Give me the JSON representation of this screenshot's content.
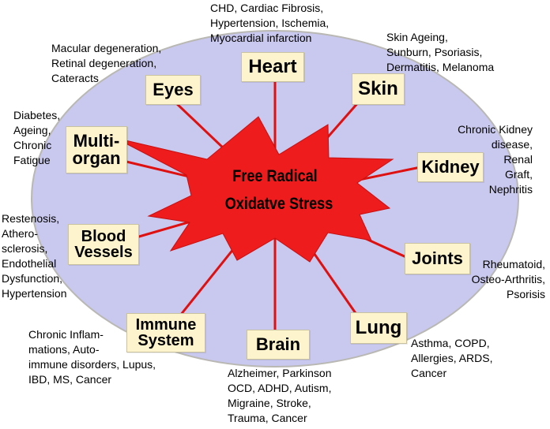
{
  "colors": {
    "ellipse_fill": "#c9c8ee",
    "ellipse_stroke": "#b9b8b3",
    "line_color": "#de1010",
    "star_fill": "#ee1c1c",
    "box_fill": "#fdf3cc"
  },
  "center": {
    "line1": "Free Radical",
    "line2": "Oxidatve Stress"
  },
  "organs": {
    "heart": {
      "label": "Heart",
      "diseases": "CHD, Cardiac Fibrosis,\nHypertension, Ischemia,\nMyocardial infarction"
    },
    "eyes": {
      "label": "Eyes",
      "diseases": "Macular degeneration,\nRetinal degeneration,\nCateracts"
    },
    "skin": {
      "label": "Skin",
      "diseases": "Skin Ageing,\nSunburn, Psoriasis,\nDermatitis, Melanoma"
    },
    "multi": {
      "label": "Multi-\norgan",
      "diseases": "Diabetes,\nAgeing,\nChronic\nFatigue"
    },
    "kidney": {
      "label": "Kidney",
      "diseases": "Chronic Kidney\ndisease,\nRenal\nGraft,\nNephritis"
    },
    "blood": {
      "label": "Blood\nVessels",
      "diseases": "Restenosis,\nAthero-\nsclerosis,\nEndothelial\nDysfunction,\nHypertension"
    },
    "joints": {
      "label": "Joints",
      "diseases": "Rheumatoid,\nOsteo-Arthritis,\nPsorisis"
    },
    "immune": {
      "label": "Immune\nSystem",
      "diseases": "Chronic Inflam-\nmations, Auto-\nimmune disorders, Lupus,\nIBD, MS, Cancer"
    },
    "brain": {
      "label": "Brain",
      "diseases": "Alzheimer, Parkinson\nOCD, ADHD, Autism,\nMigraine, Stroke,\nTrauma, Cancer"
    },
    "lung": {
      "label": "Lung",
      "diseases": "Asthma, COPD,\nAllergies, ARDS,\nCancer"
    }
  }
}
